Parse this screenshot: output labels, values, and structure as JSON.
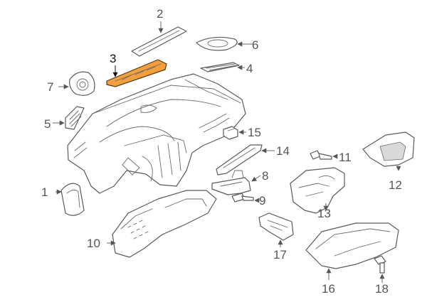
{
  "diagram": {
    "highlight_color": "#f2a03d",
    "callouts": [
      "1",
      "2",
      "3",
      "4",
      "5",
      "6",
      "7",
      "8",
      "9",
      "10",
      "11",
      "12",
      "13",
      "14",
      "15",
      "16",
      "17",
      "18"
    ],
    "highlighted_callout": "3"
  }
}
